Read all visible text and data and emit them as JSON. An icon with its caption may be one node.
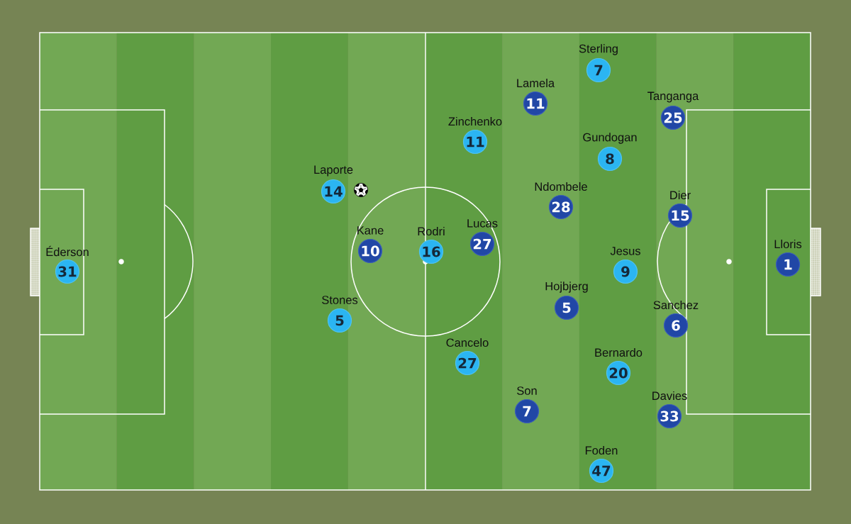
{
  "diagram": {
    "nodes": [
      {
        "text": [
          "Sterling",
          "7"
        ]
      },
      {
        "text": [
          "Lamela",
          "11"
        ]
      },
      {
        "text": [
          "Tanganga",
          "25"
        ]
      },
      {
        "text": [
          "Zinchenko",
          "11"
        ]
      },
      {
        "text": [
          "Gundogan",
          "8"
        ]
      },
      {
        "text": [
          "Laporte",
          "14"
        ]
      },
      {
        "text": [
          "Ndombele",
          "28"
        ]
      },
      {
        "text": [
          "Dier",
          "15"
        ]
      },
      {
        "text": [
          "Lucas",
          "27"
        ]
      },
      {
        "text": [
          "Kane",
          "10"
        ]
      },
      {
        "text": [
          "Rodri",
          "16"
        ]
      },
      {
        "text": [
          "Éderson",
          "31"
        ]
      },
      {
        "text": [
          "Jesus",
          "9"
        ]
      },
      {
        "text": [
          "Lloris",
          "1"
        ]
      },
      {
        "text": [
          "Hojbjerg",
          "5"
        ]
      },
      {
        "text": [
          "Stones",
          "5"
        ]
      },
      {
        "text": [
          "Sanchez",
          "6"
        ]
      },
      {
        "text": [
          "Cancelo",
          "27"
        ]
      },
      {
        "text": [
          "Bernardo",
          "20"
        ]
      },
      {
        "text": [
          "Son",
          "7"
        ]
      },
      {
        "text": [
          "Davies",
          "33"
        ]
      },
      {
        "text": [
          "Foden",
          "47"
        ]
      }
    ]
  }
}
